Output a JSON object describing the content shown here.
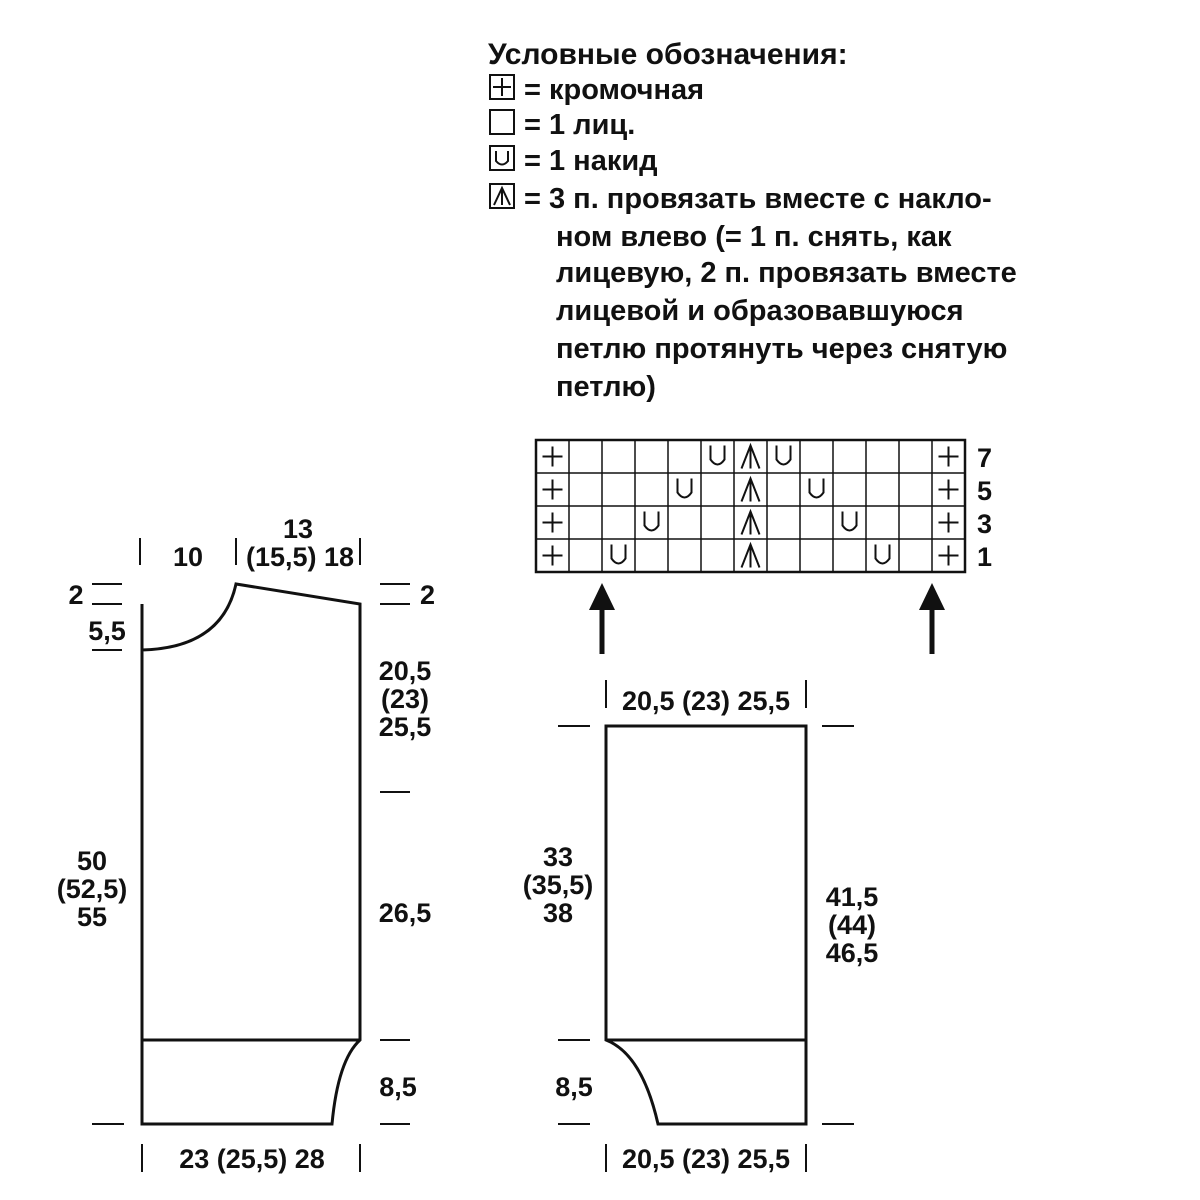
{
  "legend": {
    "title": "Условные обозначения:",
    "items": [
      {
        "symbol_icon": "plus-box-icon",
        "lines": [
          "= кромочная"
        ]
      },
      {
        "symbol_icon": "empty-box-icon",
        "lines": [
          "= 1 лиц."
        ]
      },
      {
        "symbol_icon": "yarn-over-icon",
        "lines": [
          "= 1 накид"
        ]
      },
      {
        "symbol_icon": "dec3-left-icon",
        "lines": [
          "= 3 п. провязать вместе с накло-",
          "ном влево (= 1 п. снять, как",
          "лицевую, 2 п. провязать вместе",
          "лицевой и образовавшуюся",
          "петлю протянуть через снятую",
          "петлю)"
        ]
      }
    ]
  },
  "stitch_chart": {
    "columns": 13,
    "rows": [
      {
        "number": "7",
        "cells": [
          "+",
          "",
          "",
          "",
          "",
          "U",
          "A",
          "U",
          "",
          "",
          "",
          "",
          "+"
        ]
      },
      {
        "number": "5",
        "cells": [
          "+",
          "",
          "",
          "",
          "U",
          "",
          "A",
          "",
          "U",
          "",
          "",
          "",
          "+"
        ]
      },
      {
        "number": "3",
        "cells": [
          "+",
          "",
          "",
          "U",
          "",
          "",
          "A",
          "",
          "",
          "U",
          "",
          "",
          "+"
        ]
      },
      {
        "number": "1",
        "cells": [
          "+",
          "",
          "U",
          "",
          "",
          "",
          "A",
          "",
          "",
          "",
          "U",
          "",
          "+"
        ]
      }
    ]
  },
  "body_piece": {
    "top_neck_width": "10",
    "shoulder_width": [
      "13",
      "(15,5) 18"
    ],
    "neck_drop_small": "2",
    "neck_depth": "5,5",
    "shoulder_drop": "2",
    "armhole_height": [
      "20,5",
      "(23)",
      "25,5"
    ],
    "total_height": [
      "50",
      "(52,5)",
      "55"
    ],
    "side_height": "26,5",
    "hem_height": "8,5",
    "bottom_width": "23 (25,5) 28"
  },
  "sleeve_piece": {
    "top_width": "20,5 (23) 25,5",
    "left_height": [
      "33",
      "(35,5)",
      "38"
    ],
    "right_height": [
      "41,5",
      "(44)",
      "46,5"
    ],
    "hem_height": "8,5",
    "bottom_width": "20,5 (23) 25,5"
  }
}
